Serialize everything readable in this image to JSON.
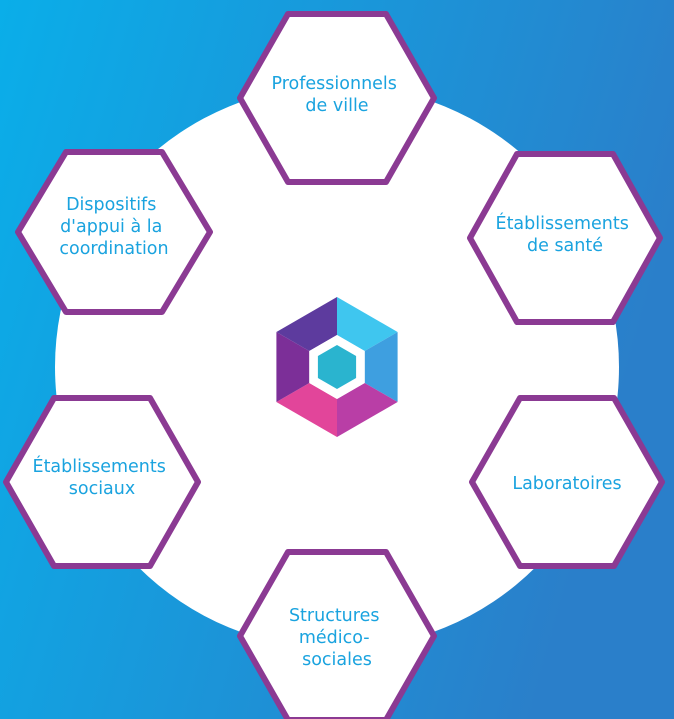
{
  "colors": {
    "background_start": "#0aaee9",
    "background_end": "#2a7fca",
    "circle": "#ffffff",
    "hex_fill": "#ffffff",
    "hex_stroke": "#8b3a93",
    "label": "#1aa3df"
  },
  "center_logo": {
    "icon": "hexagon-cube-logo",
    "colors": [
      "#3fc6ef",
      "#3e9fe0",
      "#b93ea6",
      "#e2459a",
      "#7c2f98",
      "#5d3b9e",
      "#2ab4cf"
    ]
  },
  "nodes": [
    {
      "id": "professionnels-de-ville",
      "lines": [
        "Professionnels",
        "de ville"
      ]
    },
    {
      "id": "etablissements-de-sante",
      "lines": [
        "Établissements",
        "de santé"
      ]
    },
    {
      "id": "laboratoires",
      "lines": [
        "Laboratoires"
      ]
    },
    {
      "id": "structures-medico-sociales",
      "lines": [
        "Structures",
        "médico-",
        "sociales"
      ]
    },
    {
      "id": "etablissements-sociaux",
      "lines": [
        "Établissements",
        "sociaux"
      ]
    },
    {
      "id": "dispositifs-appui-coordination",
      "lines": [
        "Dispositifs",
        "d'appui à la",
        "coordination"
      ]
    }
  ]
}
